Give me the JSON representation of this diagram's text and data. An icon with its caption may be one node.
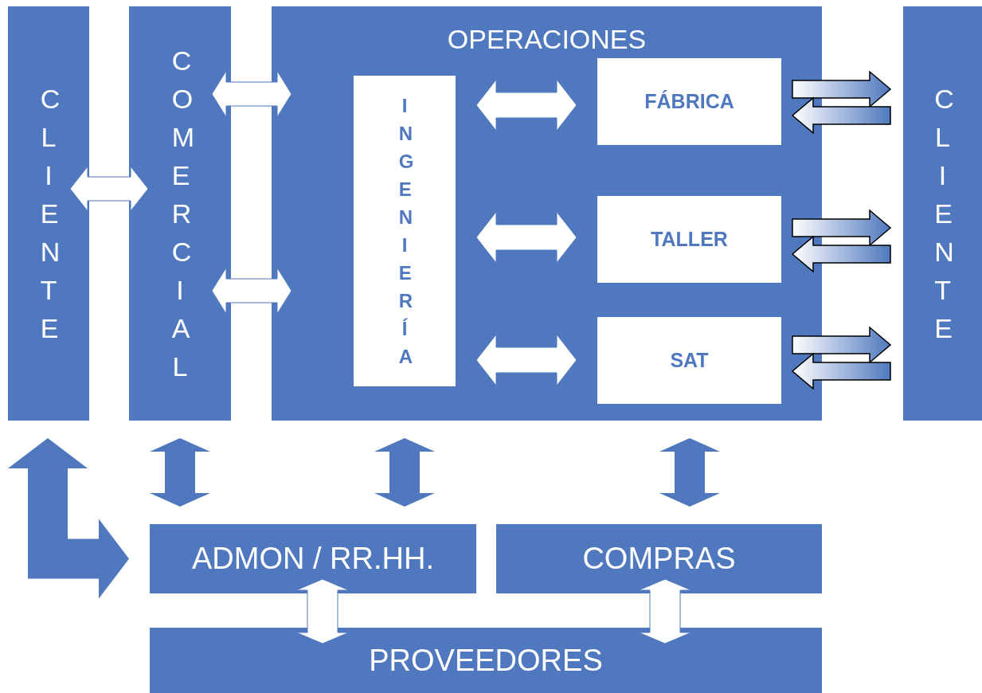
{
  "diagram": {
    "nodes": [
      {
        "text": [
          "CLIENTE"
        ]
      },
      {
        "text": [
          "COMERCIAL"
        ]
      },
      {
        "text": [
          "OPERACIONES"
        ]
      },
      {
        "text": [
          "INGENIERÍA"
        ],
        "in": 2
      },
      {
        "text": [
          "FÁBRICA"
        ],
        "in": 2
      },
      {
        "text": [
          "TALLER"
        ],
        "in": 2
      },
      {
        "text": [
          "SAT"
        ],
        "in": 2
      },
      {
        "text": [
          "CLIENTE"
        ]
      },
      {
        "text": [
          "ADMON / RR.HH."
        ]
      },
      {
        "text": [
          "COMPRAS"
        ]
      },
      {
        "text": [
          "PROVEEDORES"
        ]
      }
    ],
    "edges": [
      {
        "from": 0,
        "to": 1,
        "arrow": "both"
      },
      {
        "from": 1,
        "to": 2,
        "arrow": "both"
      },
      {
        "from": 1,
        "to": 2,
        "arrow": "both"
      },
      {
        "from": 3,
        "to": 4,
        "arrow": "both"
      },
      {
        "from": 3,
        "to": 5,
        "arrow": "both"
      },
      {
        "from": 3,
        "to": 6,
        "arrow": "both"
      },
      {
        "from": 4,
        "to": 7,
        "arrow": "to"
      },
      {
        "from": 7,
        "to": 4,
        "arrow": "to"
      },
      {
        "from": 5,
        "to": 7,
        "arrow": "to"
      },
      {
        "from": 7,
        "to": 5,
        "arrow": "to"
      },
      {
        "from": 6,
        "to": 7,
        "arrow": "to"
      },
      {
        "from": 7,
        "to": 6,
        "arrow": "to"
      },
      {
        "from": 1,
        "to": 8,
        "arrow": "both",
        "color": "#4f78be"
      },
      {
        "from": 2,
        "to": 8,
        "arrow": "both",
        "color": "#4f78be"
      },
      {
        "from": 2,
        "to": 9,
        "arrow": "both",
        "color": "#4f78be"
      },
      {
        "from": 0,
        "to": 8,
        "arrow": "both",
        "color": "#4f78be"
      },
      {
        "from": 8,
        "to": 10,
        "arrow": "both"
      },
      {
        "from": 9,
        "to": 10,
        "arrow": "both"
      }
    ]
  }
}
